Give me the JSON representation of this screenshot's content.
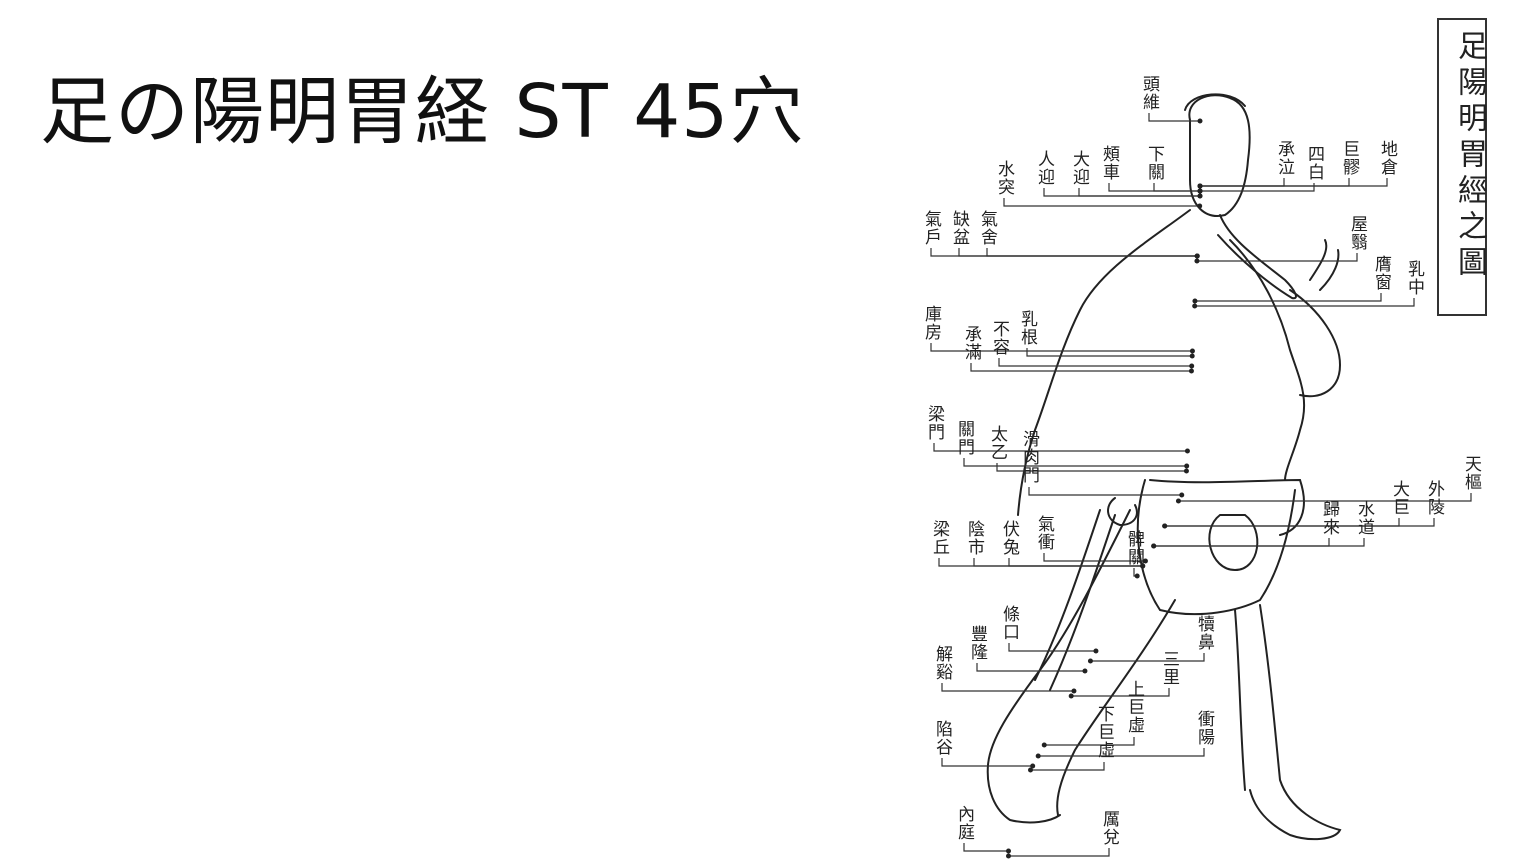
{
  "slide": {
    "title": "足の陽明胃経 ST 45穴"
  },
  "illustration": {
    "plate_title": "足陽明胃經之圖",
    "points": [
      "頭維",
      "下關",
      "頰車",
      "承泣",
      "四白",
      "巨髎",
      "地倉",
      "大迎",
      "人迎",
      "水突",
      "氣舍",
      "缺盆",
      "氣戶",
      "庫房",
      "屋翳",
      "膺窗",
      "乳中",
      "乳根",
      "不容",
      "承滿",
      "梁門",
      "關門",
      "太乙",
      "滑肉門",
      "天樞",
      "外陵",
      "大巨",
      "水道",
      "歸來",
      "氣衝",
      "髀關",
      "伏兔",
      "陰市",
      "梁丘",
      "犢鼻",
      "三里",
      "上巨虛",
      "條口",
      "豐隆",
      "下巨虛",
      "解谿",
      "衝陽",
      "陷谷",
      "內庭",
      "厲兌"
    ]
  }
}
